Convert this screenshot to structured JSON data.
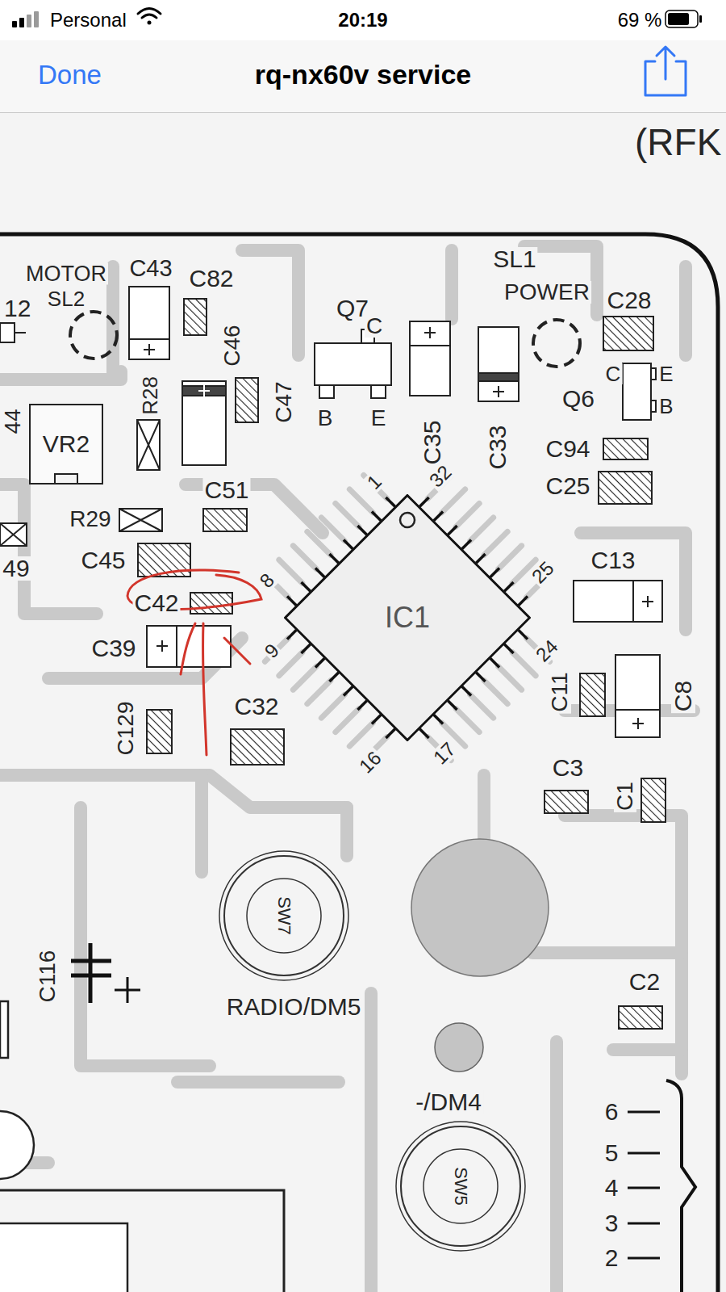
{
  "diagram": {
    "title": "rq-nx60v service",
    "nodes": [
      {
        "text": [
          "VR2"
        ]
      },
      {
        "text": [
          "IC1"
        ]
      },
      {
        "text": [
          "SW7"
        ]
      },
      {
        "text": [
          "SW5"
        ]
      }
    ],
    "labels": [
      "Personal",
      "20:19",
      "69 %",
      "Done",
      "(RFK",
      "MOTOR",
      "SL2",
      "C43",
      "C82",
      "12",
      "C46",
      "R28",
      "C47",
      "Q7",
      "C",
      "B",
      "E",
      "C35",
      "C33",
      "SL1",
      "POWER",
      "C28",
      "C",
      "E",
      "Q6",
      "B",
      "C94",
      "C25",
      "44",
      "C51",
      "R29",
      "49",
      "C45",
      "C42",
      "C39",
      "C129",
      "C32",
      "1",
      "32",
      "8",
      "9",
      "25",
      "24",
      "16",
      "17",
      "C13",
      "C11",
      "C8",
      "C3",
      "C1",
      "C116",
      "RADIO/DM5",
      "-/DM4",
      "C2",
      "6",
      "5",
      "4",
      "3",
      "2"
    ]
  }
}
